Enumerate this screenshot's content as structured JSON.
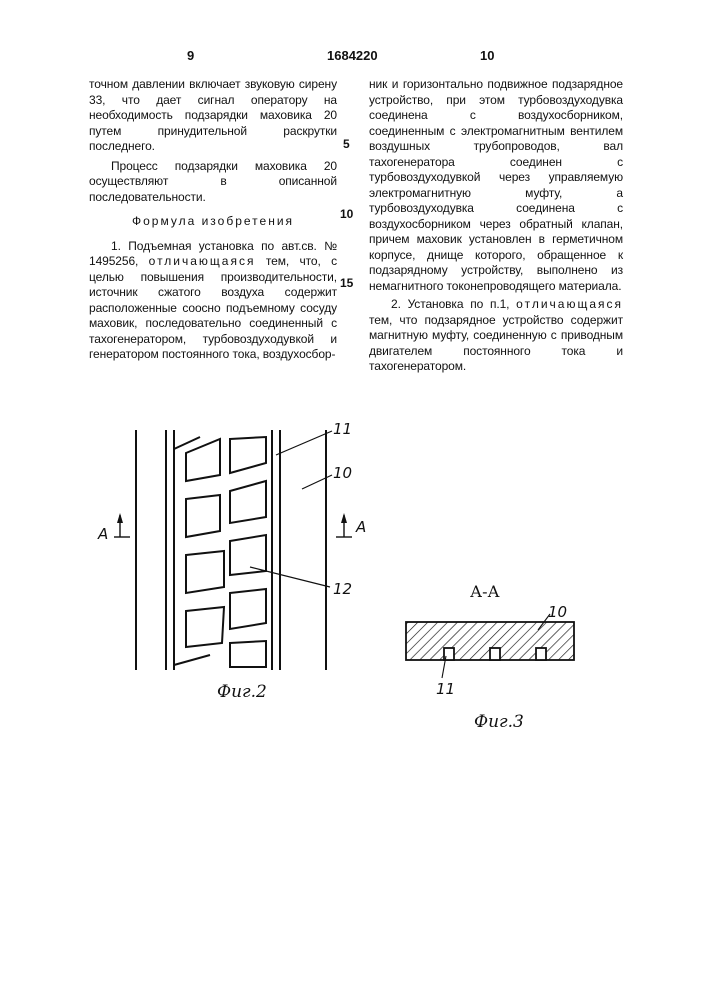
{
  "header": {
    "page_left": "9",
    "patent_number": "1684220",
    "page_right": "10"
  },
  "left_column": {
    "p1": "точном давлении включает звуковую сирену 33, что дает сигнал оператору на необходимость подзарядки маховика 20 путем принудительной раскрутки последнего.",
    "p2": "Процесс подзарядки маховика 20 осуществляют в описанной последовательности.",
    "heading": "Формула изобретения",
    "claim1_start": "1. Подъемная установка по авт.св. № 1495256,",
    "claim1_spaced": "отличающаяся",
    "claim1_rest": "тем, что, с целью повышения производительности, источник сжатого воздуха содержит расположенные соосно подъемному сосуду маховик, последовательно соединенный с тахогенератором, турбовоздуходувкой и генератором постоянного тока, воздухосбор-"
  },
  "right_column": {
    "p1": "ник и горизонтально подвижное подзарядное устройство, при этом турбовоздуходувка соединена с воздухосборником, соединенным с электромагнитным вентилем воздушных трубопроводов, вал тахогенератора соединен с турбовоздуходувкой через управляемую электромагнитную муфту, а турбовоздуходувка соединена с воздухосборником через обратный клапан, причем маховик установлен в герметичном корпусе, днище которого, обращенное к подзарядному устройству, выполнено из немагнитного токонепроводящего материала.",
    "claim2_start": "2. Установка по п.1,",
    "claim2_spaced": "отличающаяся",
    "claim2_rest": "тем, что подзарядное устройство содержит магнитную муфту, соединенную с приводным двигателем постоянного тока и тахогенератором."
  },
  "line_numbers": [
    "5",
    "10",
    "15"
  ],
  "figure2": {
    "caption": "Фиг.2",
    "label_11": "11",
    "label_10": "10",
    "label_12": "12",
    "section_left": "A",
    "section_right": "A"
  },
  "figure3": {
    "caption": "Фиг.3",
    "section_title": "А-А",
    "label_10": "10",
    "label_11": "11"
  }
}
